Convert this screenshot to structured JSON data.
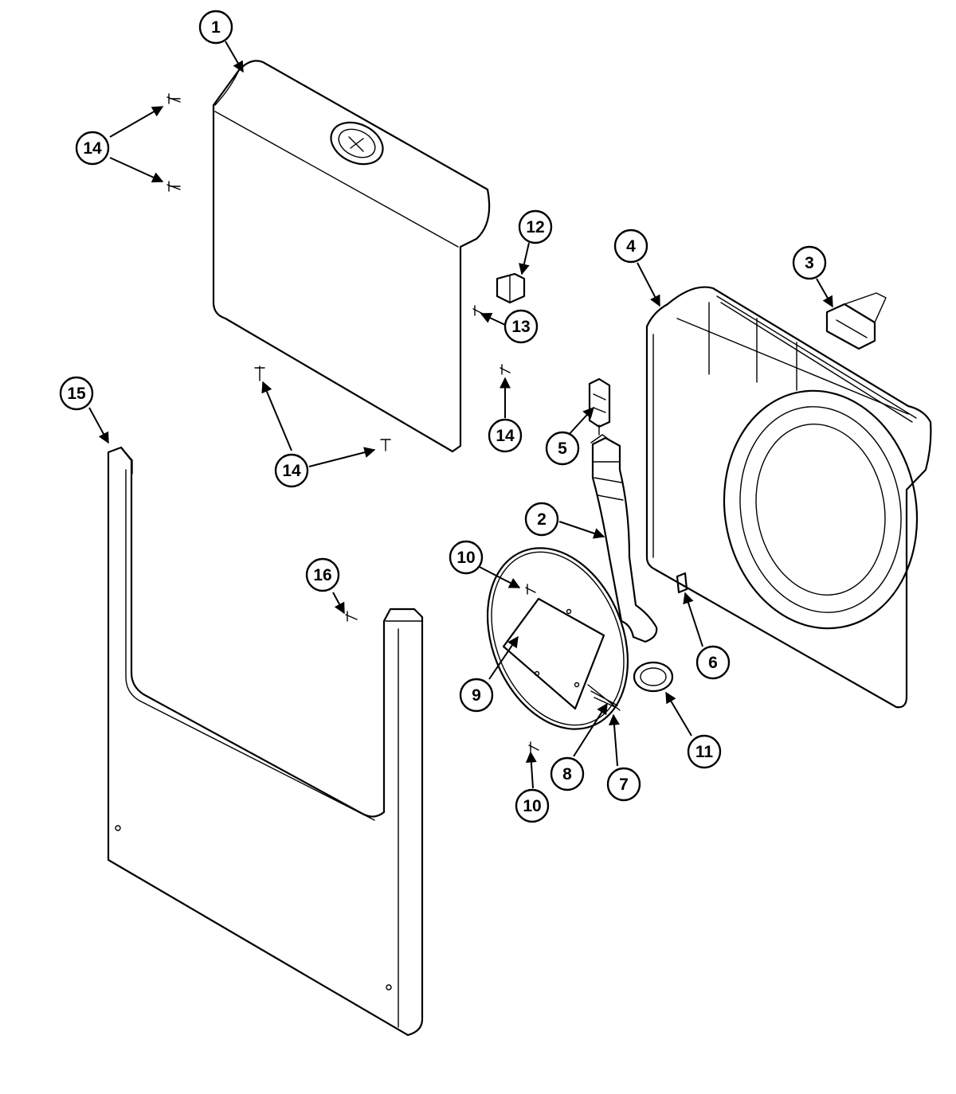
{
  "callouts": [
    {
      "id": "c1",
      "label": "1"
    },
    {
      "id": "c2",
      "label": "2"
    },
    {
      "id": "c3",
      "label": "3"
    },
    {
      "id": "c4",
      "label": "4"
    },
    {
      "id": "c5",
      "label": "5"
    },
    {
      "id": "c6",
      "label": "6"
    },
    {
      "id": "c7",
      "label": "7"
    },
    {
      "id": "c8",
      "label": "8"
    },
    {
      "id": "c9",
      "label": "9"
    },
    {
      "id": "c10a",
      "label": "10"
    },
    {
      "id": "c10b",
      "label": "10"
    },
    {
      "id": "c11",
      "label": "11"
    },
    {
      "id": "c12",
      "label": "12"
    },
    {
      "id": "c13",
      "label": "13"
    },
    {
      "id": "c14a",
      "label": "14"
    },
    {
      "id": "c14b",
      "label": "14"
    },
    {
      "id": "c14c",
      "label": "14"
    },
    {
      "id": "c15",
      "label": "15"
    },
    {
      "id": "c16",
      "label": "16"
    }
  ]
}
